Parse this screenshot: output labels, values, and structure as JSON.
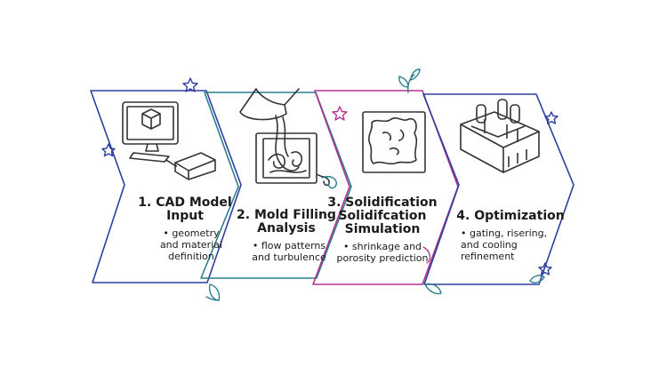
{
  "colors": {
    "blue": "#2f3e9e",
    "teal": "#2a7f8f",
    "magenta": "#b2328e",
    "ink": "#1b1b1b",
    "icon_line": "#333333"
  },
  "icons": [
    "star-icon",
    "leaf-icon",
    "sprout-icon",
    "swirl-icon"
  ],
  "steps": [
    {
      "title_lines": [
        "1. CAD Model",
        "Input"
      ],
      "description_lines": [
        "• geometry",
        "and material",
        "definition"
      ],
      "illustration": "computer-cad-icon",
      "color": "#2f3e9e"
    },
    {
      "title_lines": [
        "2. Mold Filling",
        "Analysis"
      ],
      "description_lines": [
        "• flow patterns",
        "and turbulence"
      ],
      "illustration": "ladle-pouring-icon",
      "color": "#2a7f8f"
    },
    {
      "title_lines": [
        "3. Solidification",
        "Solidifcation",
        "Simulation"
      ],
      "description_lines": [
        "• shrinkage and",
        "porosity prediction"
      ],
      "illustration": "solidified-mold-icon",
      "color": "#b2328e"
    },
    {
      "title_lines": [
        "4. Optimization"
      ],
      "description_lines": [
        "• gating, risering,",
        "and cooling",
        "refinement"
      ],
      "illustration": "casting-mold-icon",
      "color": "#2f3e9e"
    }
  ]
}
